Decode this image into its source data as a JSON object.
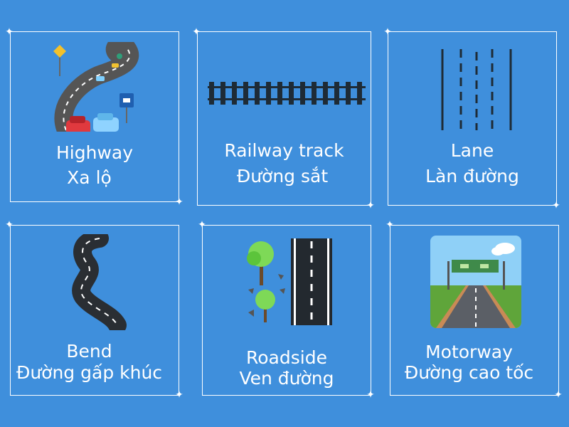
{
  "background_color": "#3f8fdc",
  "cards": [
    {
      "icon": "highway-icon",
      "label_en": "Highway",
      "label_vi": "Xa lộ"
    },
    {
      "icon": "railway-track-icon",
      "label_en": "Railway track",
      "label_vi": "Đường sắt"
    },
    {
      "icon": "lane-icon",
      "label_en": "Lane",
      "label_vi": "Làn đường"
    },
    {
      "icon": "bend-icon",
      "label_en": "Bend",
      "label_vi": "Đường gấp khúc"
    },
    {
      "icon": "roadside-icon",
      "label_en": "Roadside",
      "label_vi": "Ven đường"
    },
    {
      "icon": "motorway-icon",
      "label_en": "Motorway",
      "label_vi": "Đường cao tốc"
    }
  ]
}
